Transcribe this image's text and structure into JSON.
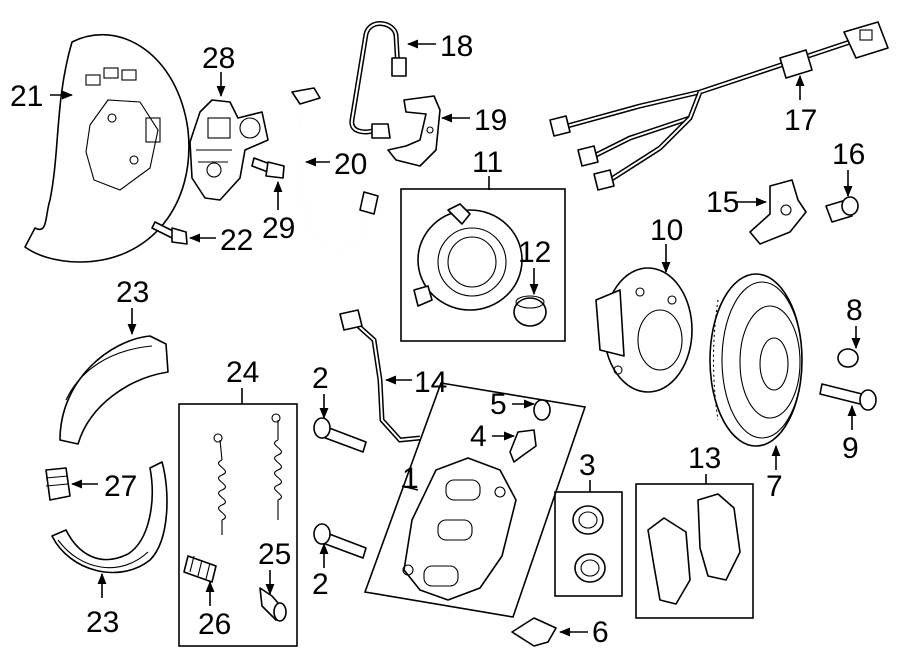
{
  "diagram": {
    "colors": {
      "ink": "#000000",
      "paper": "#ffffff"
    },
    "callouts": [
      "1",
      "2",
      "2",
      "3",
      "4",
      "5",
      "6",
      "7",
      "8",
      "9",
      "10",
      "11",
      "12",
      "13",
      "14",
      "15",
      "16",
      "17",
      "18",
      "19",
      "20",
      "21",
      "22",
      "23",
      "23",
      "24",
      "25",
      "26",
      "27",
      "28",
      "29"
    ]
  }
}
